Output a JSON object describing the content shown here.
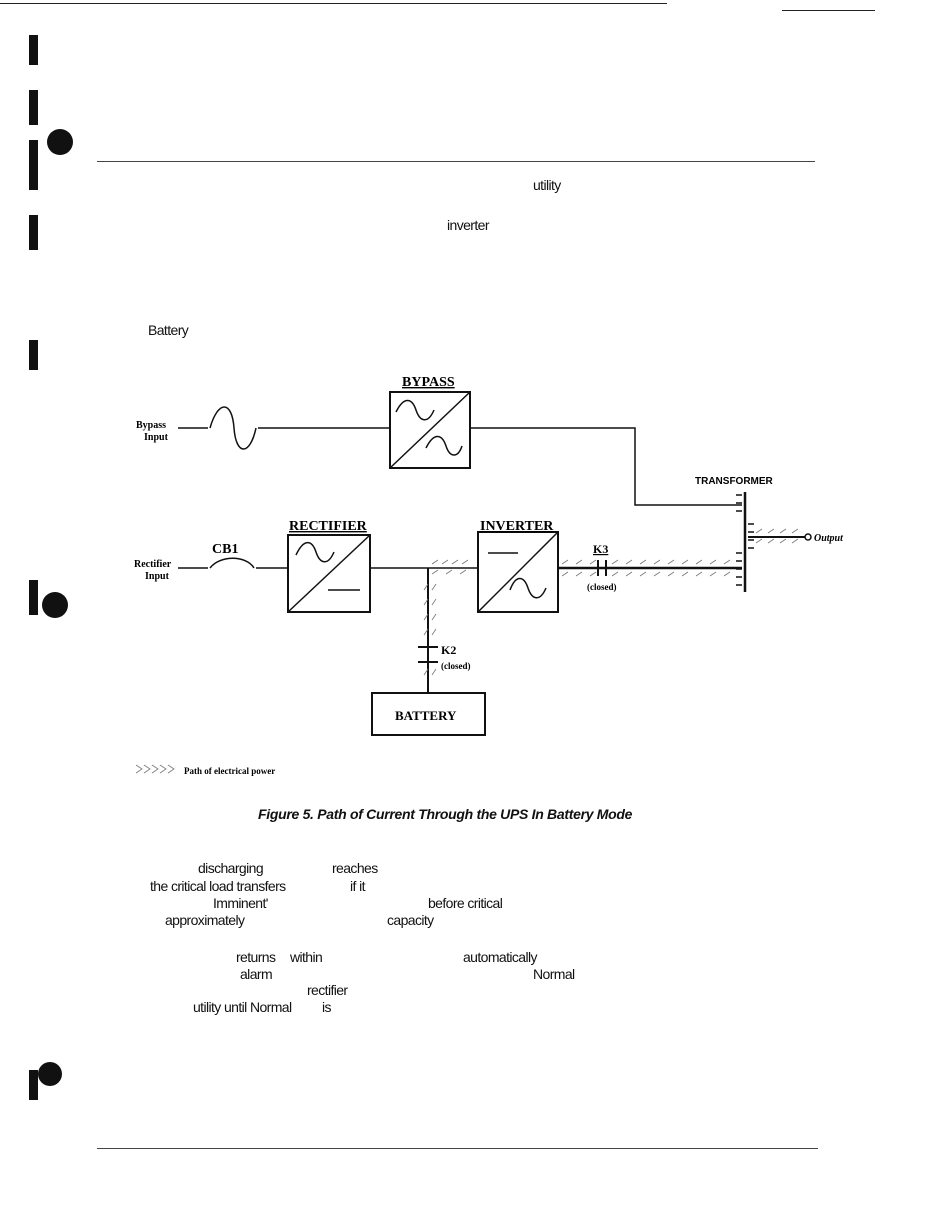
{
  "body_fragments_top": [
    "utility",
    "inverter",
    "Battery"
  ],
  "body_fragments_bottom": [
    "discharging",
    "reaches",
    "the critical load transfers",
    "if it",
    "Imminent'",
    "before critical",
    "approximately",
    "capacity",
    "returns",
    "within",
    "automatically",
    "alarm",
    "Normal",
    "rectifier",
    "utility until Normal",
    "is"
  ],
  "diagram": {
    "bypass_label": "BYPASS",
    "bypass_input": [
      "Bypass",
      "Input"
    ],
    "rectifier_label": "RECTIFIER",
    "rectifier_input": [
      "Rectifier",
      "Input"
    ],
    "cb1_label": "CB1",
    "inverter_label": "INVERTER",
    "k3_label": "K3",
    "k3_state": "(closed)",
    "k2_label": "K2",
    "k2_state": "(closed)",
    "battery_label": "BATTERY",
    "transformer_label": "TRANSFORMER",
    "output_label": "Output",
    "legend_label": "Path of electrical power"
  },
  "caption": "Figure 5.  Path of Current Through the UPS In Battery Mode"
}
